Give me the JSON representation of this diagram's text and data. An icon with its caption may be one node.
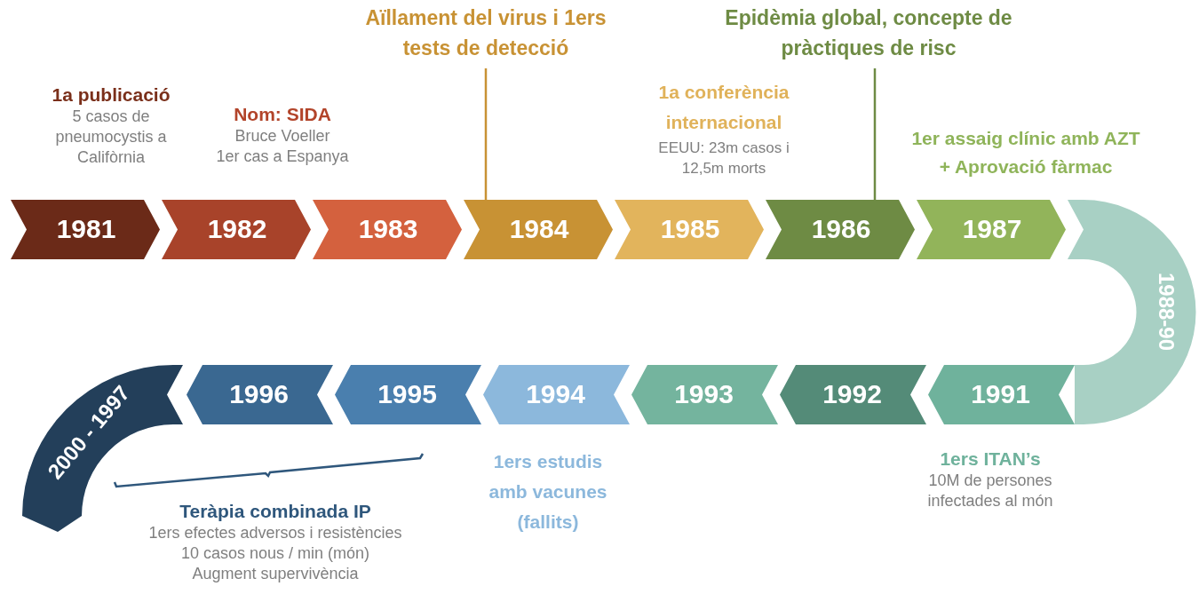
{
  "diagram": {
    "nodes": [
      {
        "text": [
          "1981"
        ],
        "beside": [
          "1a publicació",
          "5 casos de pneumocystis a Califòrnia"
        ]
      },
      {
        "text": [
          "1982"
        ],
        "beside": [
          "Nom: SIDA",
          "Bruce Voeller",
          "1er cas a Espanya"
        ]
      },
      {
        "text": [
          "1983"
        ]
      },
      {
        "text": [
          "1984"
        ]
      },
      {
        "text": [
          "1985"
        ],
        "beside": [
          "1a conferència internacional",
          "EEUU: 23m casos i 12,5m morts"
        ]
      },
      {
        "text": [
          "1986"
        ]
      },
      {
        "text": [
          "1987"
        ],
        "beside": [
          "1er assaig clínic amb AZT + Aprovació fàrmac"
        ]
      },
      {
        "text": [
          "1988-90"
        ]
      },
      {
        "text": [
          "1991"
        ],
        "beside": [
          "1ers ITAN’s",
          "10M de persones infectades al món"
        ]
      },
      {
        "text": [
          "1992"
        ]
      },
      {
        "text": [
          "1993"
        ]
      },
      {
        "text": [
          "1994"
        ],
        "beside": [
          "1ers estudis amb vacunes (fallits)"
        ]
      },
      {
        "text": [
          "1995"
        ]
      },
      {
        "text": [
          "1996"
        ]
      },
      {
        "text": [
          "2000 - 1997"
        ]
      },
      {
        "text": [
          "Aïllament del virus i 1ers tests de detecció"
        ]
      },
      {
        "text": [
          "Epidèmia global, concepte de pràctiques de risc"
        ]
      }
    ],
    "edges": [
      {
        "from": 15,
        "to": 3,
        "arrow": "none"
      },
      {
        "from": 16,
        "to": 5,
        "arrow": "none"
      }
    ],
    "labels": [
      "Teràpia combinada IP",
      "1ers efectes adversos i resistències",
      "10 casos nous / min (món)",
      "Augment supervivència"
    ]
  }
}
